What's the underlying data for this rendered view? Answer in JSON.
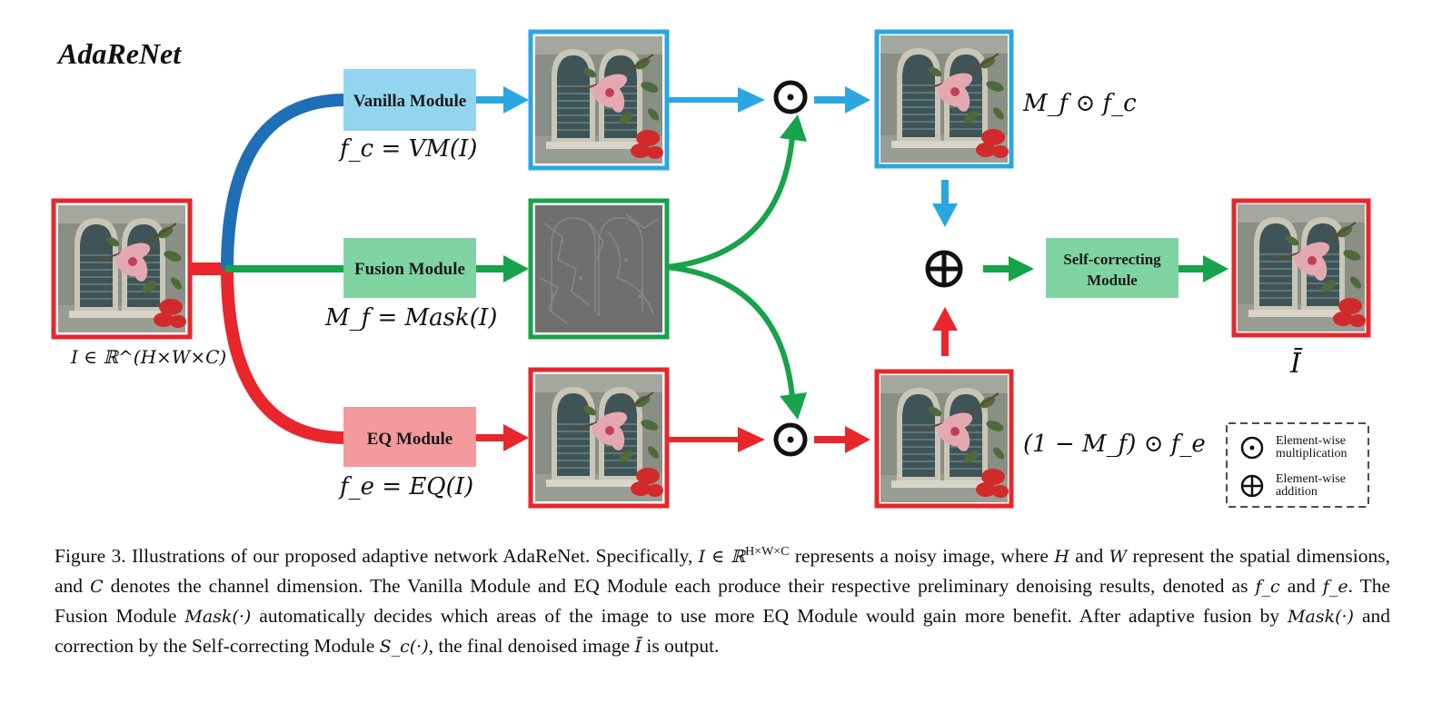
{
  "diagram": {
    "title": "AdaReNet",
    "modules": {
      "vanilla": "Vanilla Module",
      "fusion": "Fusion Module",
      "eq": "EQ Module",
      "self_correcting_line1": "Self-correcting",
      "self_correcting_line2": "Module"
    },
    "equations": {
      "fc": "f_c = VM(I)",
      "mf": "M_f = Mask(I)",
      "fe": "f_e = EQ(I)",
      "input": "I ∈ ℝ^(H×W×C)",
      "top_product": "M_f ⊙ f_c",
      "bottom_product": "(1 − M_f) ⊙ f_e",
      "output": "Ī"
    },
    "legend": {
      "mult_line1": "Element-wise",
      "mult_line2": "multiplication",
      "add_line1": "Element-wise",
      "add_line2": "addition"
    },
    "colors": {
      "red": "#e8262c",
      "blue": "#2aa7e0",
      "dark_blue": "#1e6fb5",
      "green": "#16a34a",
      "vanilla_fill": "#93d5ee",
      "fusion_fill": "#7fd4a2",
      "eq_fill": "#f29a9c",
      "self_fill": "#7fd4a2"
    }
  },
  "caption": {
    "p1": "Figure 3. Illustrations of our proposed adaptive network AdaReNet. Specifically, ",
    "m1": "I ∈ ℝ",
    "sup1": "H×W×C",
    "p2": " represents a noisy image, where ",
    "m2": "H",
    "p3": " and ",
    "m3": "W",
    "p4": " represent the spatial dimensions, and ",
    "m4": "C",
    "p5": " denotes the channel dimension. The Vanilla Module and EQ Module each produce their respective preliminary denoising results, denoted as ",
    "m5": "f_c",
    "p6": " and ",
    "m6": "f_e",
    "p7": ". The Fusion Module ",
    "m7": "Mask(·)",
    "p8": " automatically decides which areas of the image to use more EQ Module would gain more benefit. After adaptive fusion by ",
    "m8": "Mask(·)",
    "p9": " and correction by the Self-correcting Module ",
    "m9": "S_c(·)",
    "p10": ", the final denoised image ",
    "m10": "Ī",
    "p11": " is output."
  }
}
